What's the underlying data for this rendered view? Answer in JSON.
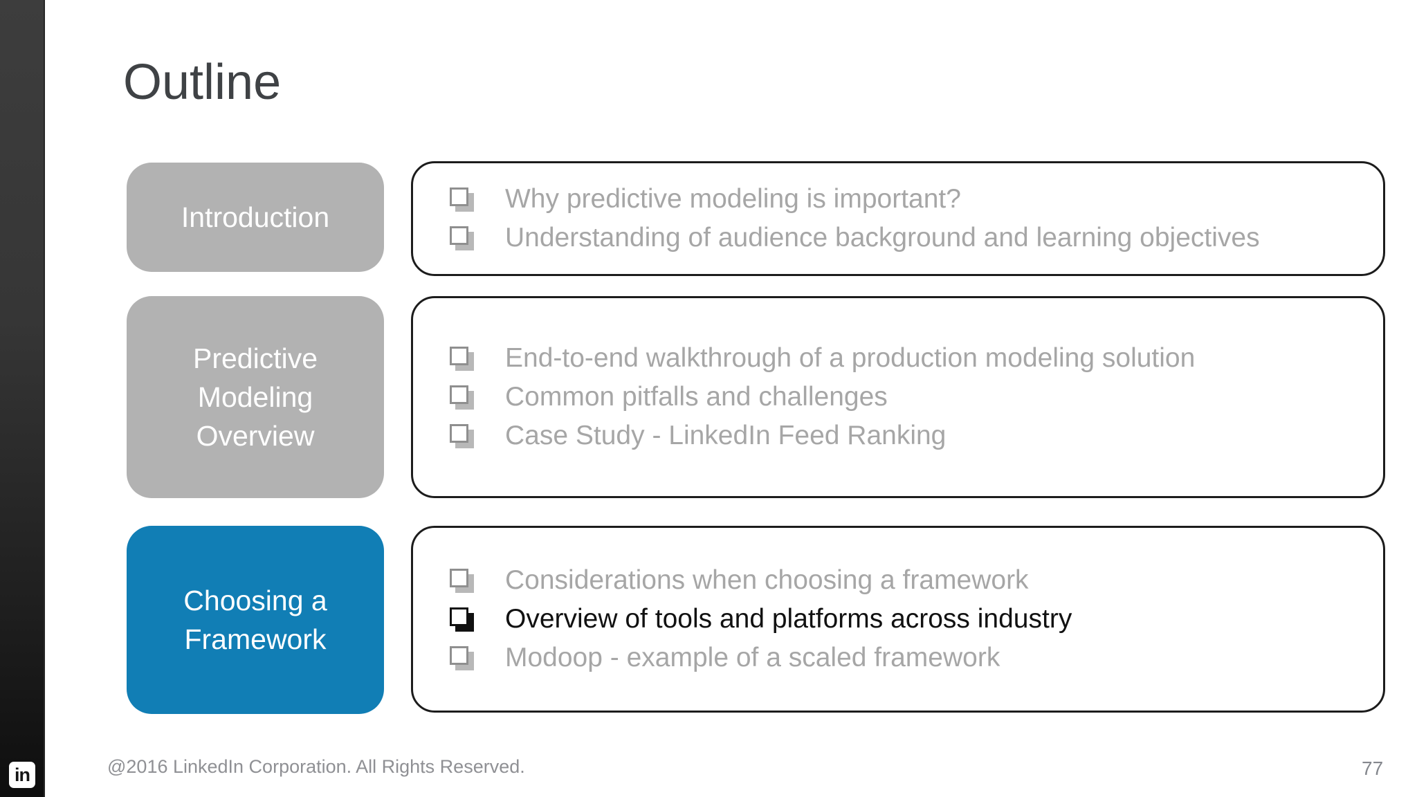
{
  "title": "Outline",
  "colors": {
    "accent_blue": "#117eb5",
    "inactive_box_gray": "#b2b2b2",
    "list_text_gray": "#a6a6a6",
    "active_text": "#111111",
    "panel_border": "#1c1c1c"
  },
  "sections": [
    {
      "label": "Introduction",
      "active": false,
      "items": [
        {
          "text": "Why predictive modeling is important?",
          "active": false
        },
        {
          "text": "Understanding of audience background and learning objectives",
          "active": false
        }
      ]
    },
    {
      "label": "Predictive Modeling Overview",
      "active": false,
      "items": [
        {
          "text": "End-to-end walkthrough of a production modeling solution",
          "active": false
        },
        {
          "text": "Common pitfalls and challenges",
          "active": false
        },
        {
          "text": "Case Study - LinkedIn Feed Ranking",
          "active": false
        }
      ]
    },
    {
      "label": "Choosing a Framework",
      "active": true,
      "items": [
        {
          "text": "Considerations when choosing a framework",
          "active": false
        },
        {
          "text": "Overview of tools and platforms across industry",
          "active": true
        },
        {
          "text": "Modoop - example of a scaled framework",
          "active": false
        }
      ]
    }
  ],
  "footer": {
    "copyright": "@2016 LinkedIn Corporation. All Rights Reserved.",
    "logo_text": "in",
    "page_number": "77"
  }
}
